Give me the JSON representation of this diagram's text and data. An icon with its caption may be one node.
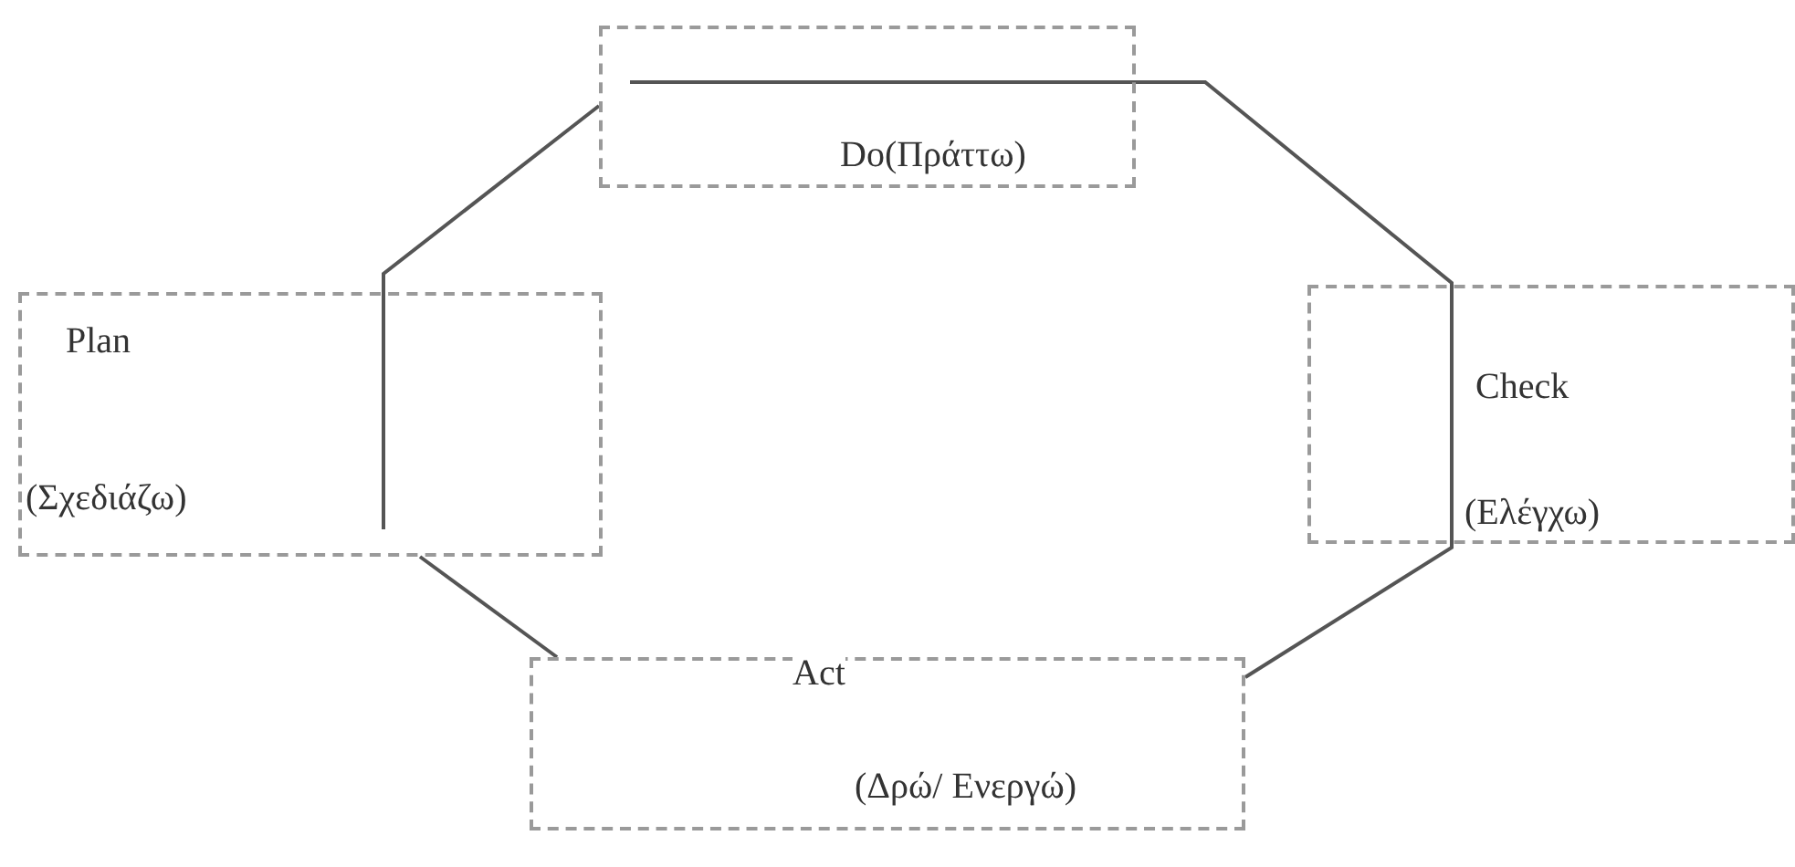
{
  "diagram": {
    "nodes": [
      {
        "text": [
          "Do(Πράττω)"
        ]
      },
      {
        "text": [
          "Plan",
          "(Σχεδιάζω)"
        ]
      },
      {
        "text": [
          "Check",
          "(Ελέγχω)"
        ]
      },
      {
        "text": [
          "Act",
          "(Δρώ/ Ενεργώ)"
        ]
      }
    ],
    "edges": [
      {
        "from": 1,
        "to": 0,
        "arrow": "none"
      },
      {
        "from": 0,
        "to": 2,
        "arrow": "none"
      },
      {
        "from": 2,
        "to": 3,
        "arrow": "none"
      },
      {
        "from": 3,
        "to": 1,
        "arrow": "none"
      }
    ]
  }
}
